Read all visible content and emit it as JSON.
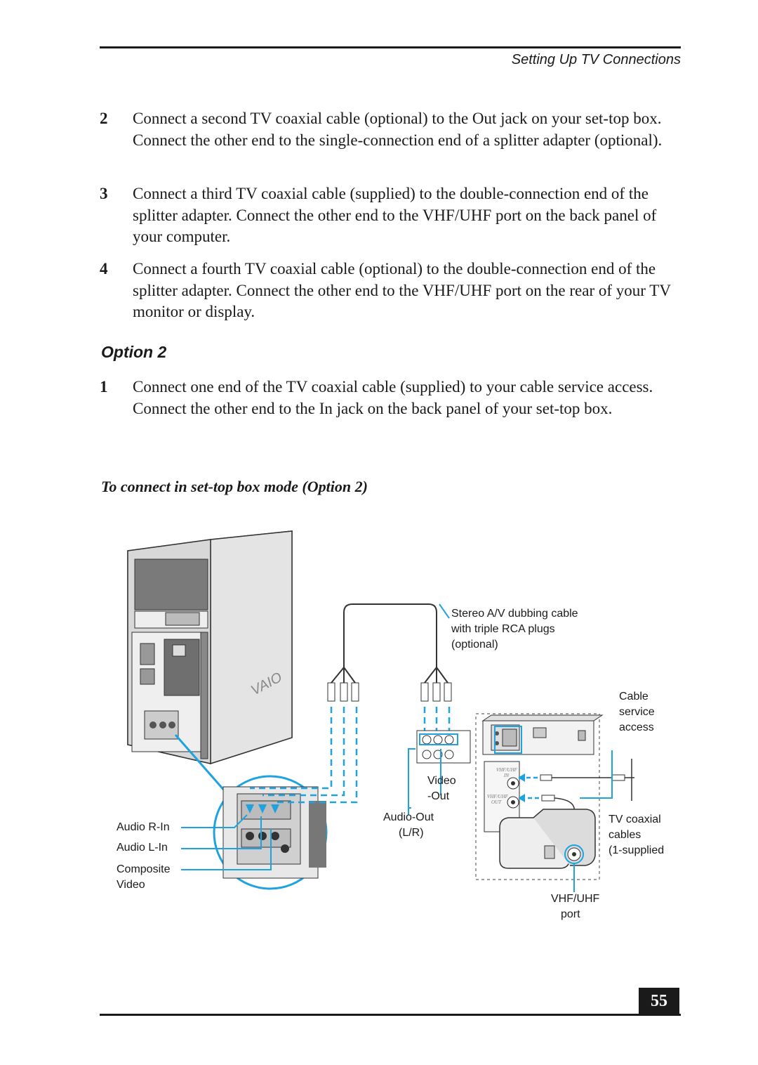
{
  "header": {
    "title": "Setting Up TV Connections"
  },
  "steps_top": [
    {
      "num": "2",
      "text": "Connect a second TV coaxial cable (optional) to the Out jack on your set-top box. Connect the other end to the single-connection end of a splitter adapter (optional)."
    },
    {
      "num": "3",
      "text": "Connect a third TV coaxial cable (supplied) to the double-connection end of the splitter adapter. Connect the other end to the VHF/UHF port on the back panel of your computer."
    },
    {
      "num": "4",
      "text": "Connect a fourth TV coaxial cable (optional) to the double-connection end of the splitter adapter. Connect the other end to the VHF/UHF port on the rear of your TV monitor or display."
    }
  ],
  "option_heading": "Option 2",
  "steps_option": [
    {
      "num": "1",
      "text": "Connect one end of the TV coaxial cable (supplied) to your cable service access. Connect the other end to the In jack on the back panel of your set-top box."
    }
  ],
  "diagram": {
    "title": "To connect in set-top box mode (Option 2)",
    "labels": {
      "stereo_cable_1": "Stereo A/V dubbing cable",
      "stereo_cable_2": "with triple RCA plugs",
      "stereo_cable_3": "(optional)",
      "cable_service_1": "Cable",
      "cable_service_2": "service",
      "cable_service_3": "access",
      "video_out_1": "Video",
      "video_out_2": "-Out",
      "audio_out_1": "Audio-Out",
      "audio_out_2": "(L/R)",
      "audio_r_in": "Audio R-In",
      "audio_l_in": "Audio L-In",
      "composite_1": "Composite",
      "composite_2": "Video",
      "tv_coax_1": "TV coaxial",
      "tv_coax_2": "cables",
      "tv_coax_3": "(1-supplied",
      "vhf_uhf_1": "VHF/UHF",
      "vhf_uhf_2": "port",
      "vaio_logo": "VAIO"
    },
    "accent_color": "#1fa3e0"
  },
  "footer": {
    "page_number": "55"
  }
}
